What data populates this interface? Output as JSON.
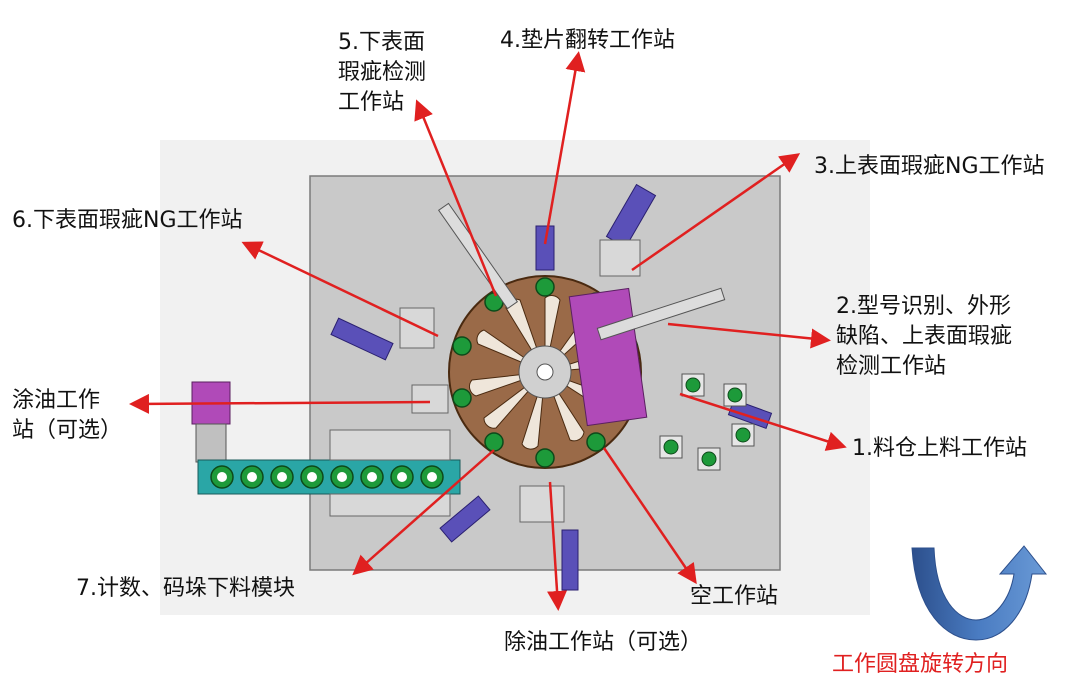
{
  "stations": {
    "s1": "1.料仓上料工作站",
    "s2": "2.型号识别、外形\n缺陷、上表面瑕疵\n检测工作站",
    "s3": "3.上表面瑕疵NG工作站",
    "s4": "4.垫片翻转工作站",
    "s5": "5.下表面\n瑕疵检测\n工作站",
    "s6": "6.下表面瑕疵NG工作站",
    "s7": "7.计数、码垛下料模块",
    "oil": "涂油工作\n站（可选）",
    "degrease": "除油工作站（可选）",
    "empty": "空工作站"
  },
  "rotation_label": "工作圆盘旋转方向",
  "colors": {
    "arrow": "#e02020",
    "plate": "#c8c8c8",
    "disc": "#9a6a48",
    "fixture": "#1d9a3a",
    "cylinder": "#5a50b8",
    "motor": "#b04ab8",
    "rotation_arrow": "#3f6fb0"
  }
}
